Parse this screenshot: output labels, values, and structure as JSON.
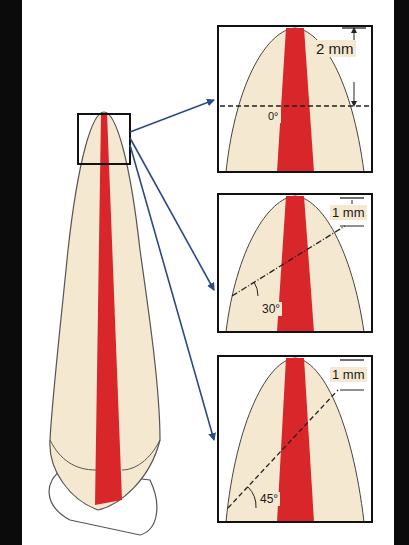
{
  "diagram": {
    "labels": [
      "2 mm",
      "0°",
      "1 mm",
      "30°",
      "1 mm",
      "45°"
    ]
  }
}
